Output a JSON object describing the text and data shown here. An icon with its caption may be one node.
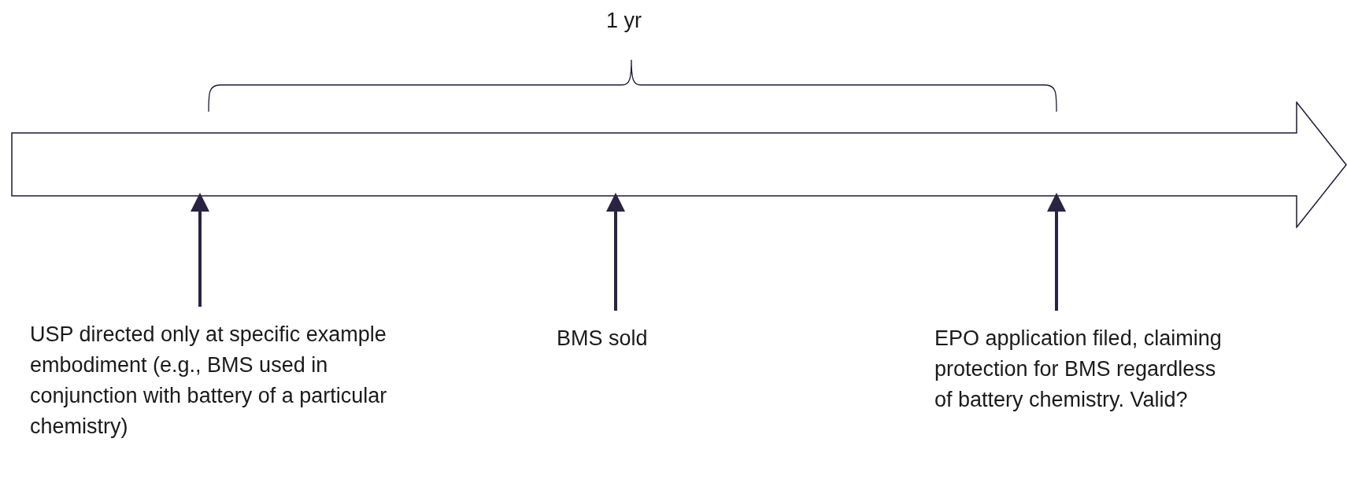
{
  "diagram": {
    "nodes": [
      {
        "text": [],
        "shape": "arrow"
      },
      {
        "text": [
          "USP directed only at specific example embodiment (e.g., BMS used in conjunction with battery of a particular chemistry)"
        ]
      },
      {
        "text": [
          "BMS sold"
        ]
      },
      {
        "text": [
          "EPO application filed, claiming protection for BMS regardless of battery chemistry. Valid?"
        ]
      }
    ],
    "edges": [
      {
        "from": 1,
        "to": 0,
        "arrow": "to"
      },
      {
        "from": 2,
        "to": 0,
        "arrow": "to"
      },
      {
        "from": 3,
        "to": 0,
        "arrow": "to"
      }
    ],
    "labels": [
      "1 yr"
    ]
  }
}
